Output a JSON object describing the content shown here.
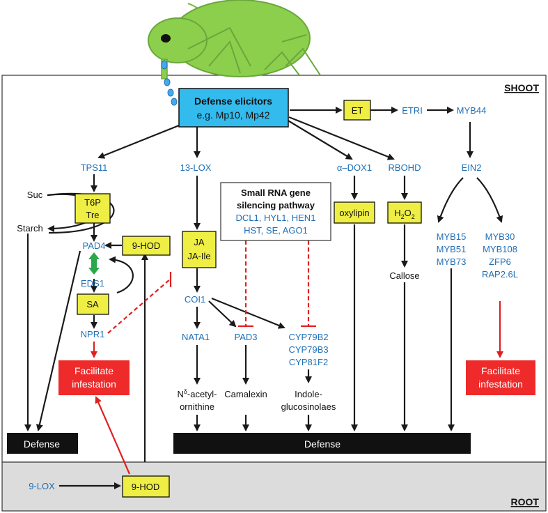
{
  "colors": {
    "gene_blue": "#1f6fb5",
    "yellow_box": "#eeee44",
    "cyan_box": "#33bbee",
    "red_box": "#ee2a2a",
    "defense_black": "#111111",
    "root_gray": "#dcdcdc",
    "arrow_black": "#1a1a1a",
    "arrow_red": "#e02020",
    "green_arrow": "#2aa84a",
    "aphid_green": "#8ccf4d"
  },
  "regions": {
    "shoot": "SHOOT",
    "root": "ROOT"
  },
  "elicitor": {
    "title": "Defense elicitors",
    "subtitle": "e.g. Mp10, Mp42"
  },
  "boxes": {
    "et": "ET",
    "t6p_line1": "T6P",
    "t6p_line2": "Tre",
    "hod_shoot": "9-HOD",
    "ja_line1": "JA",
    "ja_line2": "JA-Ile",
    "sa": "SA",
    "oxylipin": "oxylipin",
    "h2o2_main": "H",
    "h2o2_sub": "2",
    "h2o2_o": "O",
    "h2o2_sub2": "2",
    "hod_root": "9-HOD"
  },
  "genes": {
    "etri": "ETRI",
    "myb44": "MYB44",
    "ein2": "EIN2",
    "tps11": "TPS11",
    "lox13": "13-LOX",
    "adox1": "α–DOX1",
    "rbohd": "RBOHD",
    "pad4": "PAD4",
    "eds1": "EDS1",
    "npr1": "NPR1",
    "coi1": "COI1",
    "nata1": "NATA1",
    "pad3": "PAD3",
    "cyp1": "CYP79B2",
    "cyp2": "CYP79B3",
    "cyp3": "CYP81F2",
    "myb_left": [
      "MYB15",
      "MYB51",
      "MYB73"
    ],
    "myb_right": [
      "MYB30",
      "MYB108",
      "ZFP6",
      "RAP2.6L"
    ],
    "lox9": "9-LOX"
  },
  "smallrna": {
    "title1": "Small RNA gene",
    "title2": "silencing pathway",
    "line1": "DCL1, HYL1, HEN1",
    "line2": "HST, SE, AGO1"
  },
  "metabolites": {
    "suc": "Suc",
    "starch": "Starch",
    "n_acetyl_n": "N",
    "n_acetyl_sup": "δ",
    "n_acetyl_rest": "-acetyl-",
    "n_acetyl_line2": "ornithine",
    "camalexin": "Camalexin",
    "indole1": "Indole-",
    "indole2": "glucosinolaes",
    "callose": "Callose"
  },
  "outcomes": {
    "facilitate1": "Facilitate",
    "facilitate2": "infestation",
    "defense": "Defense"
  }
}
